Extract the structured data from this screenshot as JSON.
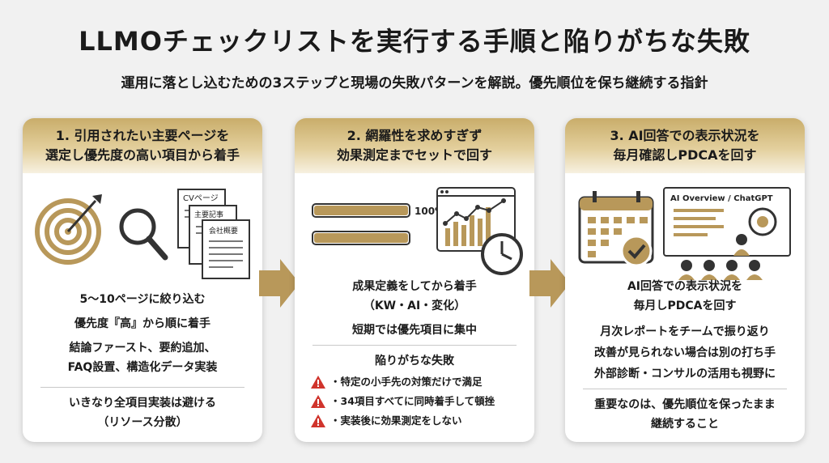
{
  "header": {
    "title": "LLMOチェックリストを実行する手順と陥りがちな失敗",
    "subtitle": "運用に落とし込むための3ステップと現場の失敗パターンを解説。優先順位を保ち継続する指針"
  },
  "colors": {
    "gold": "#b8985a",
    "gold_light": "#e3cf9c",
    "warning": "#d0342c",
    "ink": "#1a1a1a"
  },
  "cards": [
    {
      "title_lines": [
        "1. 引用されたい主要ページを",
        "選定し優先度の高い項目から着手"
      ],
      "doc_labels": [
        "CVページ",
        "主要記事",
        "会社概要"
      ],
      "body_lines": [
        "5〜10ページに絞り込む",
        "優先度『高』から順に着手",
        "結論ファースト、要約追加、",
        "FAQ設置、構造化データ実装"
      ],
      "footer_lines": [
        "いきなり全項目実装は避ける",
        "（リソース分散）"
      ],
      "icons": [
        "target-icon",
        "magnifier-icon",
        "documents-icon"
      ]
    },
    {
      "title_lines": [
        "2. 網羅性を求めすぎず",
        "効果測定までセットで回す"
      ],
      "progress": {
        "label": "100%",
        "bar1_fill": 1.0,
        "bar2_fill": 1.0
      },
      "body_lines": [
        "成果定義をしてから着手",
        "（KW・AI・変化）",
        "短期では優先項目に集中"
      ],
      "pitfalls_title": "陥りがちな失敗",
      "pitfalls": [
        "・特定の小手先の対策だけで満足",
        "・34項目すべてに同時着手して頓挫",
        "・実装後に効果測定をしない"
      ],
      "icons": [
        "progress-bar-icon",
        "chart-window-icon",
        "clock-icon",
        "warning-icon"
      ]
    },
    {
      "title_lines": [
        "3. AI回答での表示状況を",
        "毎月確認しPDCAを回す"
      ],
      "screen_label": "AI Overview / ChatGPT",
      "body_lines": [
        "AI回答での表示状況を",
        "毎月しPDCAを回す",
        "月次レポートをチームで振り返り",
        "改善が見られない場合は別の打ち手",
        "外部診断・コンサルの活用も視野に"
      ],
      "footer_lines": [
        "重要なのは、優先順位を保ったまま",
        "継続すること"
      ],
      "icons": [
        "calendar-check-icon",
        "presentation-icon"
      ]
    }
  ]
}
